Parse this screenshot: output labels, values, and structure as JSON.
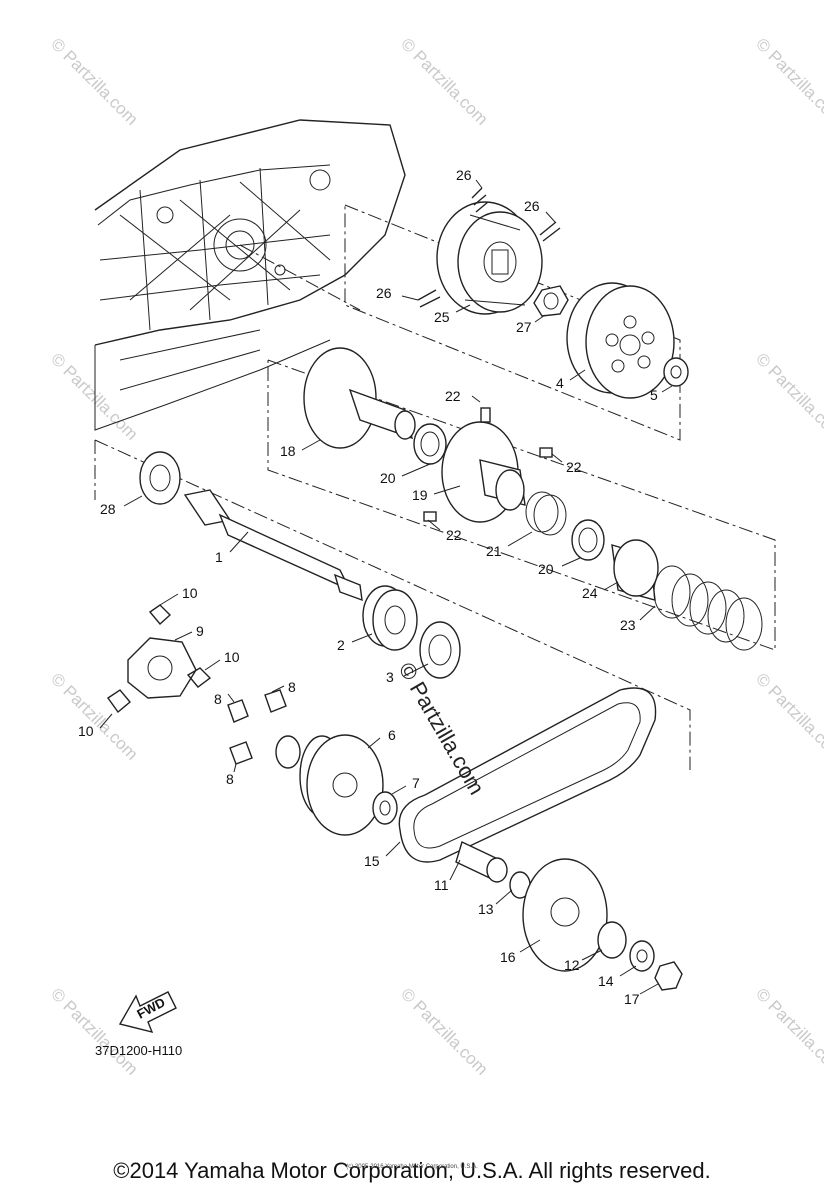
{
  "diagram": {
    "drawing_code": "37D1200-H110",
    "fwd_label": "FWD",
    "watermark_main": "© Partzilla.com",
    "watermark_tile": "© Partzilla.com",
    "callouts": {
      "c1": "1",
      "c2": "2",
      "c3": "3",
      "c4": "4",
      "c5": "5",
      "c6": "6",
      "c7": "7",
      "c8a": "8",
      "c8b": "8",
      "c8c": "8",
      "c9": "9",
      "c10a": "10",
      "c10b": "10",
      "c10c": "10",
      "c11": "11",
      "c12": "12",
      "c13": "13",
      "c14": "14",
      "c15": "15",
      "c16": "16",
      "c17": "17",
      "c18": "18",
      "c19": "19",
      "c20a": "20",
      "c20b": "20",
      "c21": "21",
      "c22a": "22",
      "c22b": "22",
      "c22c": "22",
      "c23": "23",
      "c24": "24",
      "c25": "25",
      "c26a": "26",
      "c26b": "26",
      "c26c": "26",
      "c27": "27",
      "c28": "28"
    }
  },
  "footer": {
    "copyright": "©2014 Yamaha Motor Corporation, U.S.A. All rights reserved.",
    "fine_print": "(c) 2005-2016 Yamaha Motor Corporation, U.S.A."
  }
}
